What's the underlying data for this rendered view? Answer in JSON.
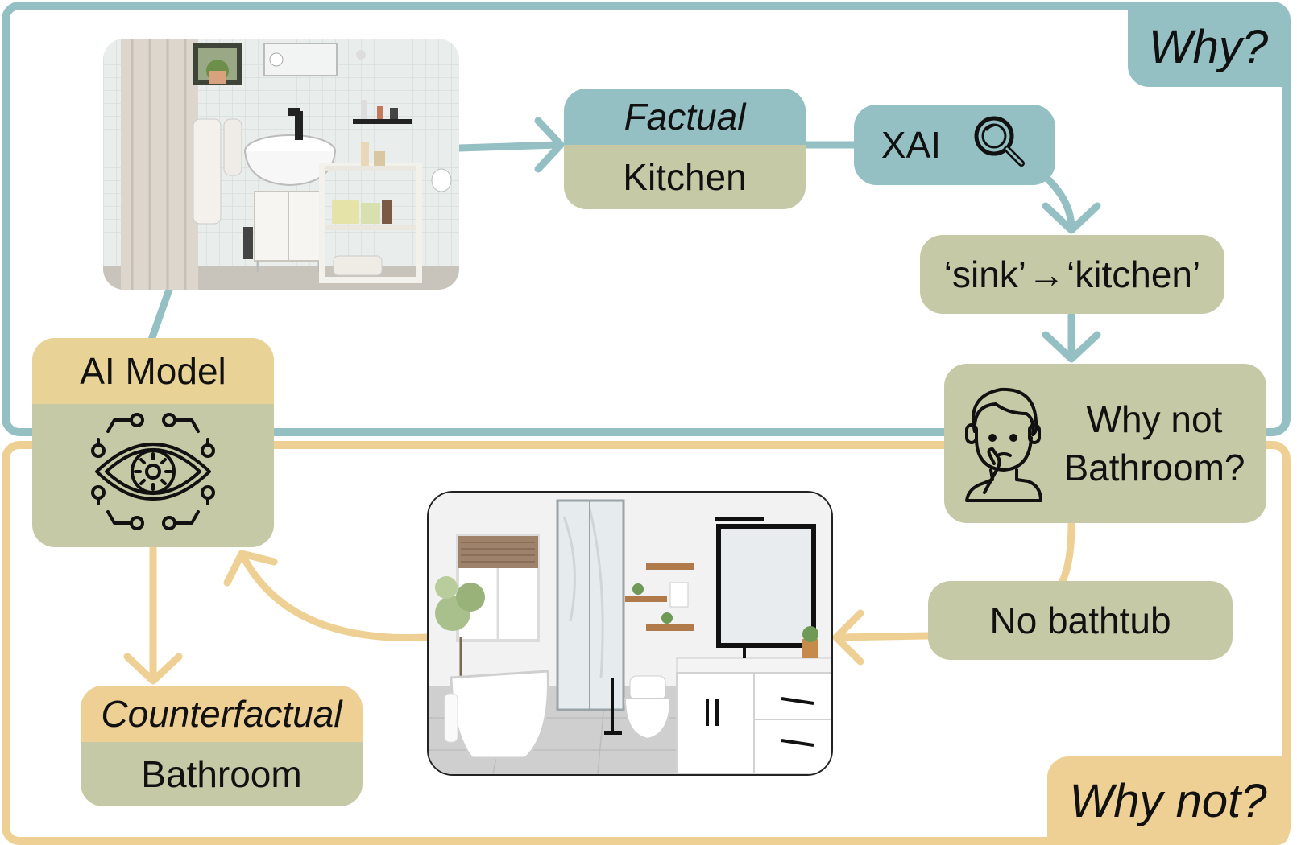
{
  "frames": {
    "why_tag": "Why?",
    "why_not_tag": "Why not?"
  },
  "images": {
    "input": "sink-room-photo",
    "counterfactual": "bathroom-with-bathtub-photo"
  },
  "factual": {
    "header": "Factual",
    "value": "Kitchen"
  },
  "xai": {
    "label": "XAI",
    "icon": "magnifier-icon"
  },
  "explanation": {
    "left": "‘sink’",
    "arrow": "→",
    "right": "‘kitchen’"
  },
  "question": {
    "line1": "Why not",
    "line2": "Bathroom?",
    "icon": "thinking-person-icon"
  },
  "edit": {
    "label": "No bathtub"
  },
  "model": {
    "header": "AI Model",
    "icon": "ai-eye-circuit-icon"
  },
  "counterfactual": {
    "header": "Counterfactual",
    "value": "Bathroom"
  },
  "colors": {
    "why_frame": "#94bfc3",
    "why_not_frame": "#efd094",
    "olive_fill": "#c6c9a6",
    "model_header": "#e8d296"
  }
}
